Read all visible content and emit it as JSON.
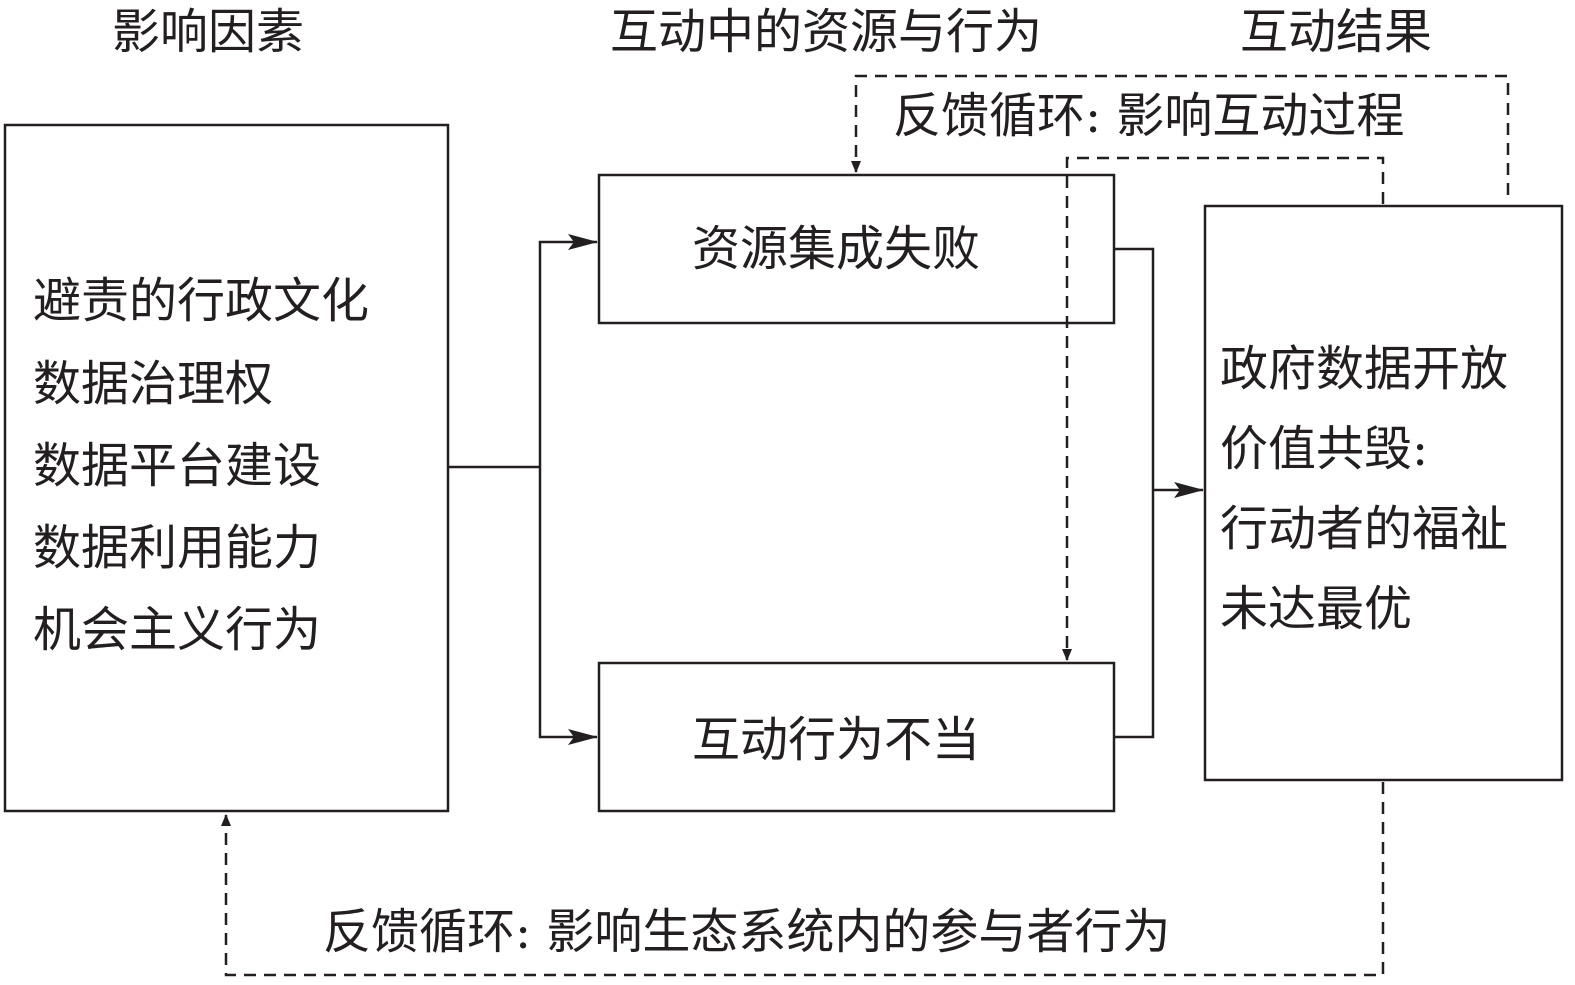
{
  "headers": {
    "factors": "影响因素",
    "resources": "互动中的资源与行为",
    "outcome": "互动结果"
  },
  "factors_box": {
    "lines": [
      "避责的行政文化",
      "数据治理权",
      "数据平台建设",
      "数据利用能力",
      "机会主义行为"
    ]
  },
  "resource_box": {
    "label": "资源集成失败"
  },
  "behavior_box": {
    "label": "互动行为不当"
  },
  "outcome_box": {
    "lines": [
      "政府数据开放",
      "价值共毁:",
      "行动者的福祉",
      "未达最优"
    ]
  },
  "feedback": {
    "top": "反馈循环: 影响互动过程",
    "bottom": "反馈循环: 影响生态系统内的参与者行为"
  }
}
